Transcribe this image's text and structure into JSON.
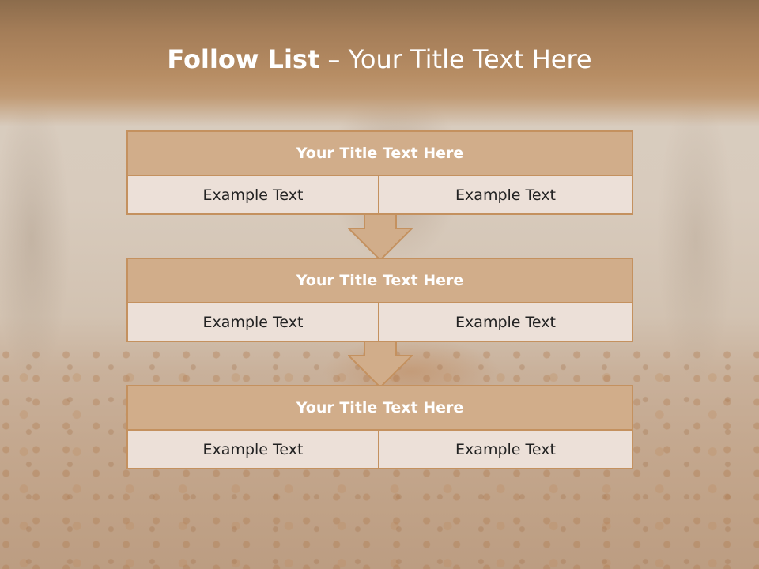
{
  "slide": {
    "title_bold": "Follow List",
    "title_dash": "–",
    "title_rest": "Your Title Text Here"
  },
  "blocks": [
    {
      "title": "Your Title Text Here",
      "left": "Example Text",
      "right": "Example Text"
    },
    {
      "title": "Your Title Text Here",
      "left": "Example Text",
      "right": "Example Text"
    },
    {
      "title": "Your Title Text Here",
      "left": "Example Text",
      "right": "Example Text"
    }
  ],
  "colors": {
    "header_fill": "#d1ad8a",
    "border": "#c4915f",
    "cell_fill": "#ece0d8",
    "title_band": "#a47d58"
  },
  "icons": [
    "down-arrow-icon",
    "down-arrow-icon"
  ]
}
